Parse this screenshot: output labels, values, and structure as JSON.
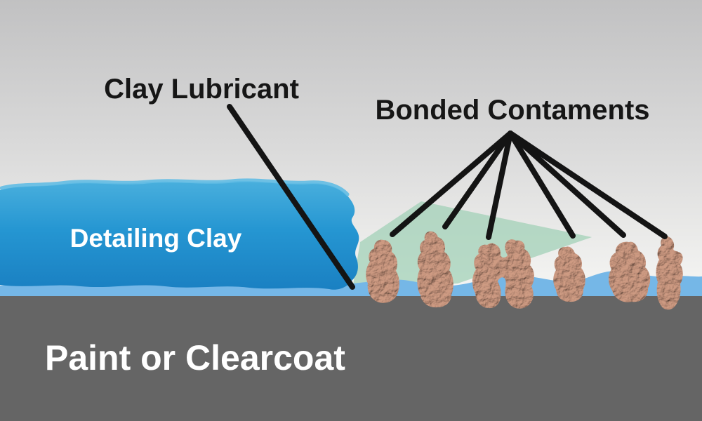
{
  "diagram": {
    "title": "Detailing clay process diagram",
    "labels": {
      "clay_lubricant": "Clay Lubricant",
      "bonded_contaminants": "Bonded Contaments",
      "detailing_clay": "Detailing Clay",
      "paint_or_clearcoat": "Paint or Clearcoat"
    },
    "icons": {
      "claying_direction_arrow": "right-arrow",
      "pointer_lines": "callout-lines"
    },
    "counts": {
      "contaminant_blobs": 6,
      "contaminant_pointer_lines": 6
    },
    "colors": {
      "background_top": "#c1c1c2",
      "background_bottom": "#fcfcfa",
      "clay_blue": "#2596d2",
      "clay_blue_light": "#62bce4",
      "water_blue": "#75b7e7",
      "paint_gray": "#656565",
      "arrow_green": "#9fd0b5",
      "contaminant_brown": "#b5836d",
      "line_black": "#141414",
      "label_dark": "#161616",
      "label_light": "#ffffff"
    }
  }
}
